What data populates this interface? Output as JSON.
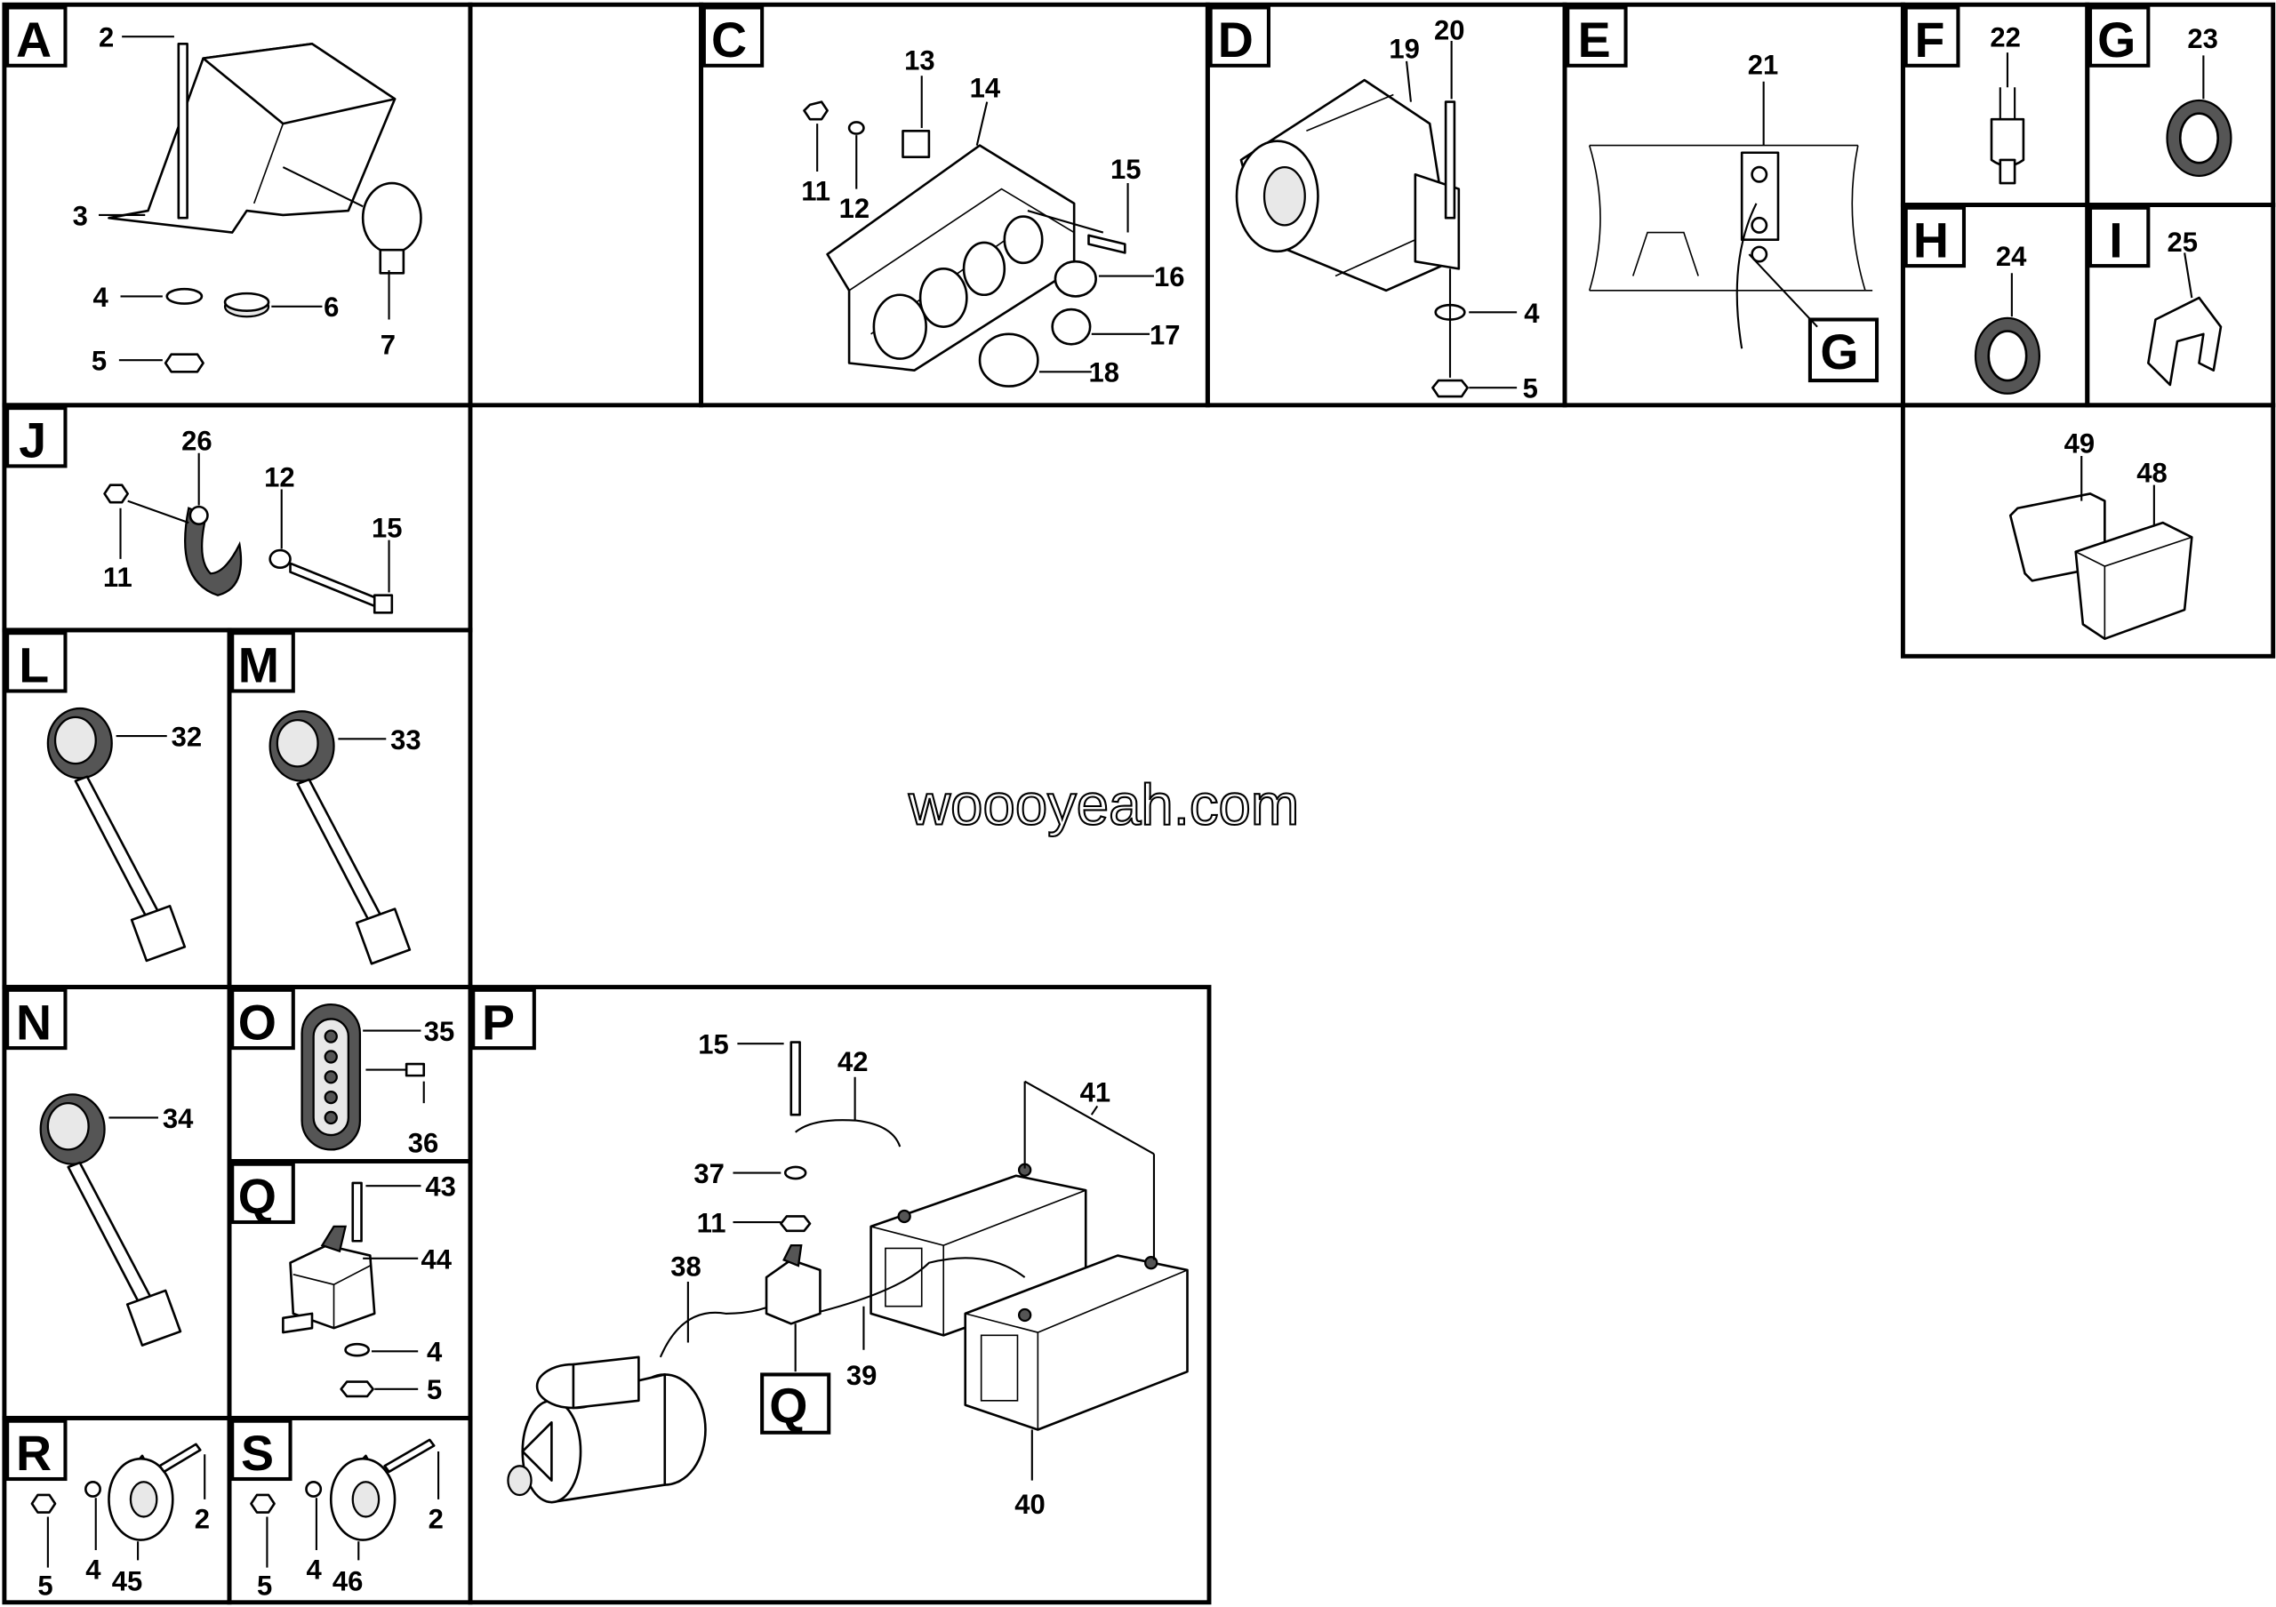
{
  "diagram": {
    "watermark": "woooyeah.com",
    "panels": {
      "A": {
        "letter": "A",
        "callouts": [
          "2",
          "3",
          "4",
          "5",
          "6",
          "7"
        ]
      },
      "C": {
        "letter": "C",
        "callouts": [
          "13",
          "14",
          "15",
          "11",
          "12",
          "16",
          "17",
          "18"
        ]
      },
      "D": {
        "letter": "D",
        "callouts": [
          "19",
          "20",
          "4",
          "5"
        ]
      },
      "E": {
        "letter": "E",
        "callouts": [
          "21"
        ],
        "ref": "G"
      },
      "F": {
        "letter": "F",
        "callouts": [
          "22"
        ]
      },
      "G": {
        "letter": "G",
        "callouts": [
          "23"
        ]
      },
      "H": {
        "letter": "H",
        "callouts": [
          "24"
        ]
      },
      "I": {
        "letter": "I",
        "callouts": [
          "25"
        ]
      },
      "K": {
        "callouts": [
          "49",
          "48"
        ]
      },
      "J": {
        "letter": "J",
        "callouts": [
          "26",
          "12",
          "15",
          "11"
        ]
      },
      "L": {
        "letter": "L",
        "callouts": [
          "32"
        ]
      },
      "M": {
        "letter": "M",
        "callouts": [
          "33"
        ]
      },
      "N": {
        "letter": "N",
        "callouts": [
          "34"
        ]
      },
      "O": {
        "letter": "O",
        "callouts": [
          "35",
          "36"
        ]
      },
      "Q": {
        "letter": "Q",
        "callouts": [
          "43",
          "44",
          "4",
          "5"
        ]
      },
      "R": {
        "letter": "R",
        "callouts": [
          "2",
          "5",
          "4",
          "45"
        ]
      },
      "S": {
        "letter": "S",
        "callouts": [
          "2",
          "5",
          "4",
          "46"
        ]
      },
      "P": {
        "letter": "P",
        "callouts": [
          "15",
          "42",
          "41",
          "37",
          "11",
          "38",
          "39",
          "40"
        ],
        "ref": "Q"
      }
    }
  }
}
